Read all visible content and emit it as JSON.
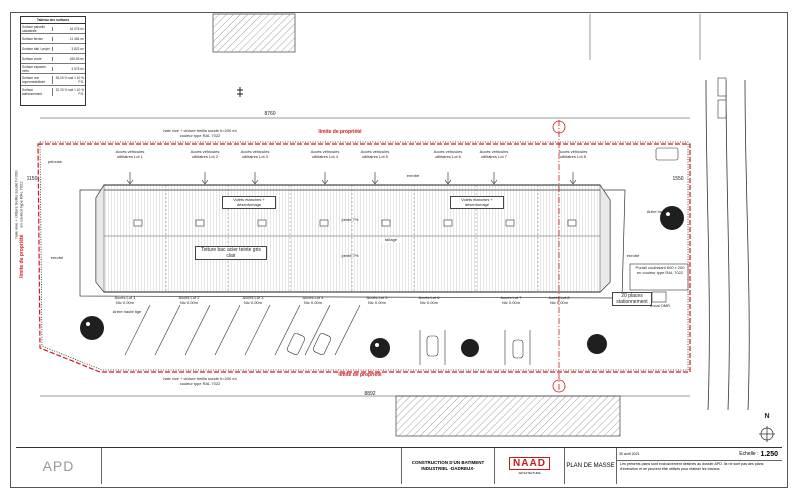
{
  "summary": {
    "title": "Tableau des surfaces",
    "rows": [
      {
        "label": "Surface parcelle cadastrale",
        "value": "16 076 m²"
      },
      {
        "label": "Surface terrain",
        "value": "11 454 m²"
      },
      {
        "label": "Surface bâti / projet",
        "value": "3 822 m²"
      },
      {
        "label": "Surface voirie",
        "value": "155,53 m²"
      },
      {
        "label": "Surface espaces verts",
        "value": "3 575 m²"
      },
      {
        "label": "Surface non imperméabilisée",
        "value": "35,00 % soit 1 10 % P.S."
      },
      {
        "label": "Surface stationnement",
        "value": "32 20 % soit 1 10 % P.S."
      }
    ]
  },
  "site": {
    "property_limit_top": "limite de propriété",
    "property_limit_bottom": "limite de propriété",
    "property_limit_left": "limite de propriété",
    "fence_note_top": "haie vive + clôture treillis soudé h=200 en couleur type RAL 7022",
    "fence_note_bottom": "haie vive + clôture treillis soudé h=200 en couleur type RAL 7022",
    "fence_note_left": "haie vive + clôture treillis soudé h=200 en couleur type RAL 7022",
    "pelouse": "pelouse",
    "enrobe_left": "enrobé",
    "enrobe_top": "enrobé",
    "enrobe_right": "enrobé",
    "dim_top": "8760",
    "dim_bottom": "8892",
    "dim_left": "1150",
    "dim_right": "1550",
    "roof_label": "Toiture bac acier teinte gris clair",
    "vol_label_1": "Volets étanches + désenfumage",
    "vol_label_2": "Volets étanches + désenfumage",
    "slope_1": "pente 7%",
    "slope_2": "pente 7%",
    "faitage": "faîtage",
    "car_park_label": "20 places stationnement",
    "trees_label": "Arbre haute tige",
    "portal_label": "Portail coulissant 600 x 200 en couleur type RAL 7022",
    "local_omr": "Local OMR",
    "north": "N"
  },
  "lots_top": [
    {
      "label": "Accès véhicules utilitaires Lot 1"
    },
    {
      "label": "Accès véhicules utilitaires Lot 2"
    },
    {
      "label": "Accès véhicules utilitaires Lot 3"
    },
    {
      "label": "Accès véhicules utilitaires Lot 4"
    },
    {
      "label": "Accès véhicules utilitaires Lot 5"
    },
    {
      "label": "Accès véhicules utilitaires Lot 6"
    },
    {
      "label": "Accès véhicules utilitaires Lot 7"
    },
    {
      "label": "Accès véhicules utilitaires Lot 8"
    }
  ],
  "lots_bottom": [
    {
      "label": "Accès Lot 1",
      "niv": "Niv 0.00m"
    },
    {
      "label": "Accès Lot 2",
      "niv": "Niv 0.00m"
    },
    {
      "label": "Accès Lot 3",
      "niv": "Niv 0.00m"
    },
    {
      "label": "Accès Lot 4",
      "niv": "Niv 0.00m"
    },
    {
      "label": "Accès Lot 5",
      "niv": "Niv 0.00m"
    },
    {
      "label": "Accès Lot 6",
      "niv": "Niv 0.00m"
    },
    {
      "label": "Accès Lot 7",
      "niv": "Niv 0.00m"
    },
    {
      "label": "Accès Lot 8",
      "niv": "Niv 0.00m"
    }
  ],
  "cartouche": {
    "phase": "APD",
    "project": "CONSTRUCTION D'UN BATIMENT INDUSTRIEL -DADREUX-",
    "firm": "NAAD",
    "firm_sub": "ARCHITECTURE",
    "plan_title": "PLAN DE MASSE",
    "date": "30 avril 2021",
    "scale_label": "Echelle :",
    "scale": "1.250",
    "disclaimer": "Les présents plans sont exclusivement destinés au dossier APD. Ils ne sont pas des plans d'exécution et ne peuvent être utilisés pour réaliser les travaux."
  },
  "colors": {
    "limit": "#d21919",
    "line": "#222222",
    "hatch": "#777777"
  }
}
